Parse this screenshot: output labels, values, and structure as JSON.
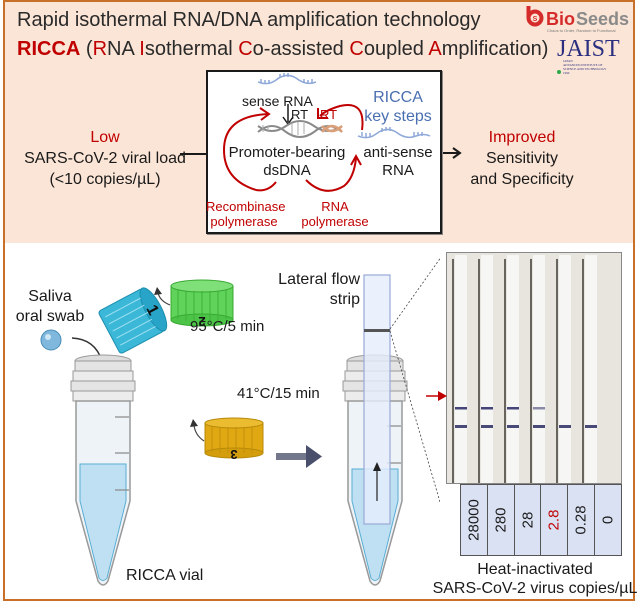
{
  "header": {
    "title_line1": "Rapid isothermal RNA/DNA amplification technology",
    "title_line2": {
      "acronym": "RICCA",
      "open_paren": " (",
      "parts": [
        {
          "initial": "R",
          "rest": "NA "
        },
        {
          "initial": "I",
          "rest": "sothermal "
        },
        {
          "initial": "C",
          "rest": "o-assisted "
        },
        {
          "initial": "C",
          "rest": "oupled "
        },
        {
          "initial": "A",
          "rest": "mplification"
        }
      ],
      "close_paren": ")"
    },
    "logos": {
      "bioseeds": {
        "name": "BioSeeds",
        "tagline": "Chaos to Order, Random to Functional"
      },
      "jaist": {
        "name": "JAIST",
        "subtitle": "JAPAN ADVANCED INSTITUTE OF SCIENCE AND TECHNOLOGY",
        "year": "1990"
      }
    }
  },
  "input_condition": {
    "highlight": "Low",
    "line1": "SARS-CoV-2 viral load",
    "line2": "(<10 copies/µL)"
  },
  "output_condition": {
    "highlight": "Improved",
    "line1": "Sensitivity",
    "line2": "and Specificity"
  },
  "key_steps": {
    "title_line1": "RICCA",
    "title_line2": "key steps",
    "sense_rna": "sense RNA",
    "rt_black": "RT",
    "rt_red": "RT",
    "dsdna_line1": "Promoter-bearing",
    "dsdna_line2": "dsDNA",
    "antisense_line1": "anti-sense",
    "antisense_line2": "RNA",
    "enzyme1_line1": "Recombinase",
    "enzyme1_line2": "polymerase",
    "enzyme2_line1": "RNA",
    "enzyme2_line2": "polymerase"
  },
  "procedure": {
    "sample_line1": "Saliva",
    "sample_line2": "oral swab",
    "caps": [
      {
        "number": "1",
        "condition": "95°C/5 min",
        "color": "#3bb8d8"
      },
      {
        "number": "2",
        "condition": "41°C/15 min",
        "color": "#5fd35a"
      },
      {
        "number": "3",
        "condition": "",
        "color": "#e0a812"
      }
    ],
    "vial_label": "RICCA vial",
    "strip_line1": "Lateral flow",
    "strip_line2": "strip"
  },
  "results": {
    "concentrations": [
      "28000",
      "280",
      "28",
      "2.8",
      "0.28",
      "0"
    ],
    "highlight_index": 3,
    "test_line_visible": [
      true,
      true,
      true,
      true,
      false,
      false
    ],
    "caption_line1": "Heat-inactivated",
    "caption_line2": "SARS-CoV-2 virus copies/µL"
  },
  "colors": {
    "accent_red": "#c00000",
    "frame_orange": "#c8702a",
    "panel_peach": "#fbe5d6",
    "keysteps_blue": "#4a6fb0",
    "table_blue": "#d9e1f2"
  }
}
